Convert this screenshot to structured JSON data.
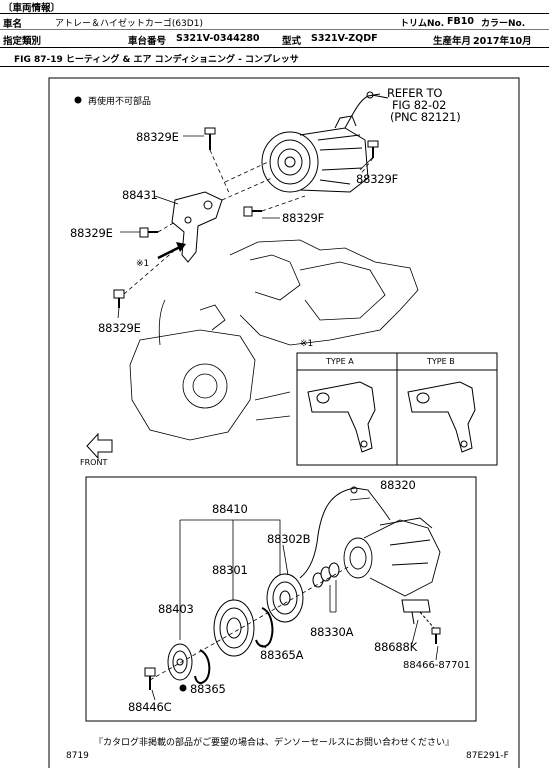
{
  "header": {
    "section_label": "〔車両情報〕",
    "vehicle_name_label": "車名",
    "vehicle_name": "アトレー＆ハイゼットカーゴ(63D1)",
    "trim_label": "トリムNo.",
    "trim_value": "FB10",
    "color_label": "カラーNo.",
    "category_label": "指定類別",
    "frame_label": "車台番号",
    "frame_value": "S321V-0344280",
    "model_label": "型式",
    "model_value": "S321V-ZQDF",
    "production_label": "生産年月",
    "production_value": "2017年10月"
  },
  "figure": {
    "title": "FIG 87-19 ヒーティング & エア コンディショニング - コンプレッサ",
    "legend_text": "再使用不可部品",
    "refer_line1": "REFER TO",
    "refer_line2": "FIG  82-02",
    "refer_line3": "(PNC 82121)",
    "note_mark": "※1",
    "front_label": "FRONT",
    "type_a": "TYPE  A",
    "type_b": "TYPE  B"
  },
  "parts_upper": {
    "p88329e_top": "88329E",
    "p88329f_right": "88329F",
    "p88431": "88431",
    "p88329f_mid": "88329F",
    "p88329e_left": "88329E",
    "p88329e_bottom": "88329E"
  },
  "parts_lower": {
    "p88320": "88320",
    "p88410": "88410",
    "p88302b": "88302B",
    "p88301": "88301",
    "p88403": "88403",
    "p88330a": "88330A",
    "p88688k": "88688K",
    "p88466": "88466-87701",
    "p88365a": "88365A",
    "p88365": "88365",
    "p88446c": "88446C"
  },
  "footer": {
    "notice": "『カタログ非掲載の部品がご要望の場合は、デンソーセールスにお問い合わせください』",
    "page_number": "8719",
    "doc_code": "87E291-F"
  }
}
